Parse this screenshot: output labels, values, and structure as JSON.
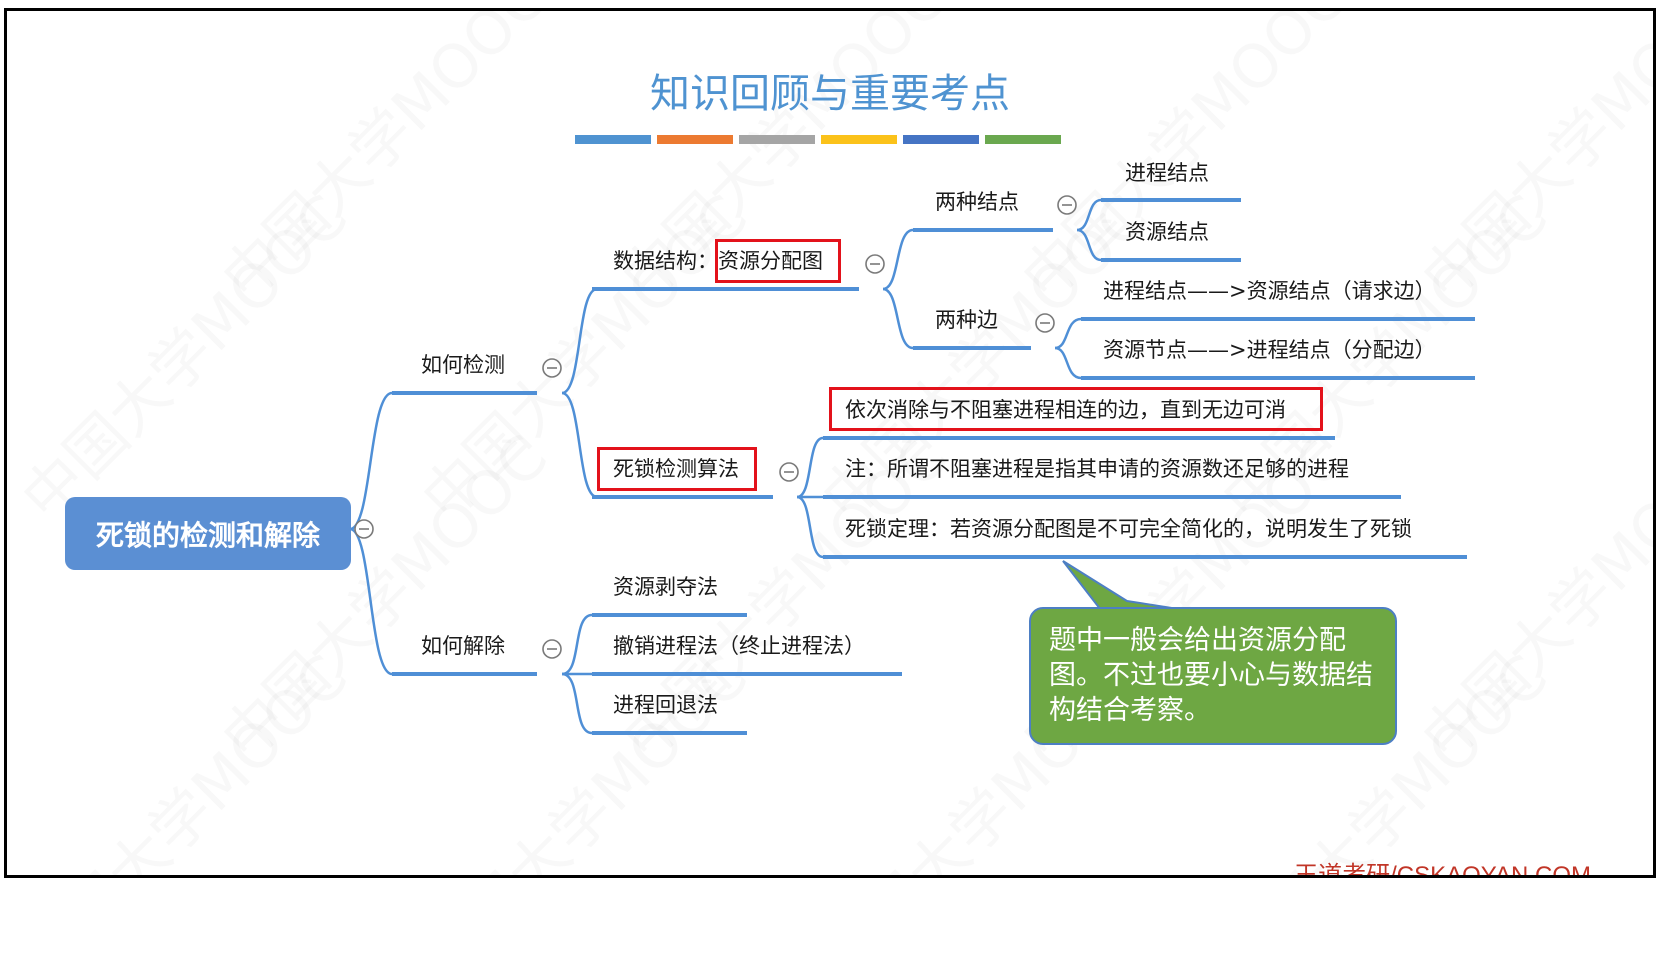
{
  "slide": {
    "title": "知识回顾与重要考点",
    "title_bar_colors": [
      "#4f93d1",
      "#ec7a31",
      "#a5a5a5",
      "#fbc21a",
      "#4574c4",
      "#6aa84f"
    ],
    "footer": "王道考研/CSKAOYAN.COM",
    "watermark": "中国大学MOOC"
  },
  "mindmap": {
    "root": "死锁的检测和解除",
    "detect": {
      "label": "如何检测",
      "data_structure_prefix": "数据结构：",
      "data_structure_highlight": "资源分配图",
      "two_nodes": {
        "label": "两种结点",
        "items": [
          "进程结点",
          "资源结点"
        ]
      },
      "two_edges": {
        "label": "两种边",
        "items": [
          "进程结点——>资源结点（请求边）",
          "资源节点——>进程结点（分配边）"
        ]
      },
      "algorithm": {
        "label": "死锁检测算法",
        "items": [
          "依次消除与不阻塞进程相连的边，直到无边可消",
          "注：所谓不阻塞进程是指其申请的资源数还足够的进程",
          "死锁定理：若资源分配图是不可完全简化的，说明发生了死锁"
        ]
      }
    },
    "resolve": {
      "label": "如何解除",
      "items": [
        "资源剥夺法",
        "撤销进程法（终止进程法）",
        "进程回退法"
      ]
    }
  },
  "callout": "题中一般会给出资源分配图。不过也要小心与数据结构结合考察。",
  "colors": {
    "node_line": "#4f8fd6",
    "root_fill": "#5b8fd3",
    "callout_fill": "#6ea743",
    "highlight_border": "#e3121b"
  }
}
